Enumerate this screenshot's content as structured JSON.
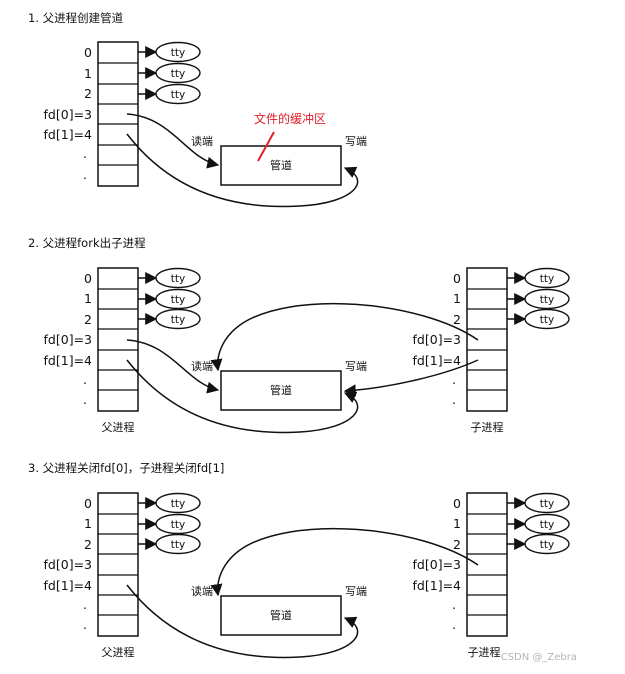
{
  "steps": [
    {
      "title": "1. 父进程创建管道",
      "parent": {
        "rows": [
          "0",
          "1",
          "2",
          "fd[0]=3",
          "fd[1]=4",
          ".",
          "."
        ],
        "tty": [
          "tty",
          "tty",
          "tty"
        ],
        "label": ""
      },
      "child": null,
      "pipe": {
        "label": "管道",
        "read_end": "读端",
        "write_end": "写端"
      },
      "annotation": "文件的缓冲区"
    },
    {
      "title": "2. 父进程fork出子进程",
      "parent": {
        "rows": [
          "0",
          "1",
          "2",
          "fd[0]=3",
          "fd[1]=4",
          ".",
          "."
        ],
        "tty": [
          "tty",
          "tty",
          "tty"
        ],
        "label": "父进程"
      },
      "child": {
        "rows": [
          "0",
          "1",
          "2",
          "fd[0]=3",
          "fd[1]=4",
          ".",
          "."
        ],
        "tty": [
          "tty",
          "tty",
          "tty"
        ],
        "label": "子进程"
      },
      "pipe": {
        "label": "管道",
        "read_end": "读端",
        "write_end": "写端"
      },
      "annotation": ""
    },
    {
      "title": "3. 父进程关闭fd[0]，子进程关闭fd[1]",
      "parent": {
        "rows": [
          "0",
          "1",
          "2",
          "fd[0]=3",
          "fd[1]=4",
          ".",
          "."
        ],
        "tty": [
          "tty",
          "tty",
          "tty"
        ],
        "label": "父进程"
      },
      "child": {
        "rows": [
          "0",
          "1",
          "2",
          "fd[0]=3",
          "fd[1]=4",
          ".",
          "."
        ],
        "tty": [
          "tty",
          "tty",
          "tty"
        ],
        "label": "子进程"
      },
      "pipe": {
        "label": "管道",
        "read_end": "读端",
        "write_end": "写端"
      },
      "annotation": ""
    }
  ],
  "watermark": "CSDN @_Zebra"
}
